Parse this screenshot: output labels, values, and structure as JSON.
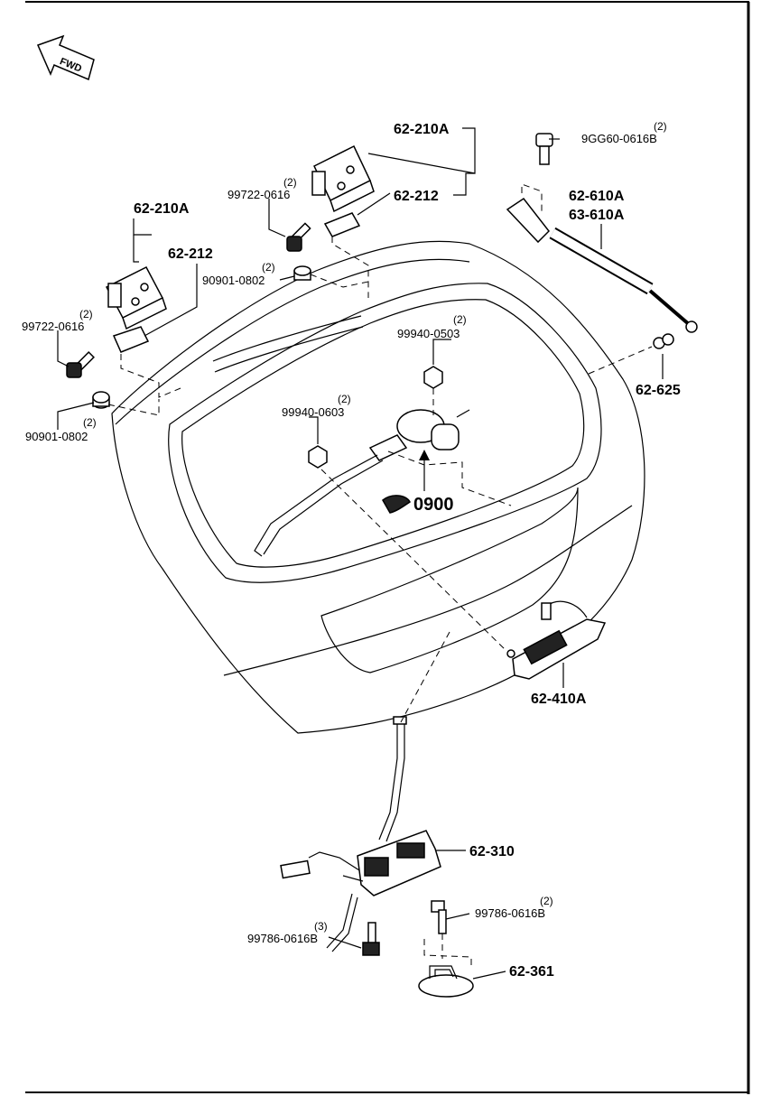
{
  "fwd_label": "FWD",
  "ref_number": "0900",
  "labels": {
    "hinge_left": "62-210A",
    "hinge_right": "62-210A",
    "bracket_left": "62-212",
    "bracket_right": "62-212",
    "bolt_left": "99722-0616",
    "bolt_left_qty": "(2)",
    "bolt_right": "99722-0616",
    "bolt_right_qty": "(2)",
    "nut_left": "90901-0802",
    "nut_left_qty": "(2)",
    "nut_upper": "90901-0802",
    "nut_upper_qty": "(2)",
    "strut_bolt": "9GG60-0616B",
    "strut_bolt_qty": "(2)",
    "strut_1": "62-610A",
    "strut_2": "63-610A",
    "stud": "62-625",
    "nut_0503": "99940-0503",
    "nut_0503_qty": "(2)",
    "nut_0603": "99940-0603",
    "nut_0603_qty": "(2)",
    "garnish": "62-410A",
    "latch": "62-310",
    "latch_bolt": "99786-0616B",
    "latch_bolt_qty": "(3)",
    "striker_bolt": "99786-0616B",
    "striker_bolt_qty": "(2)",
    "striker": "62-361"
  }
}
